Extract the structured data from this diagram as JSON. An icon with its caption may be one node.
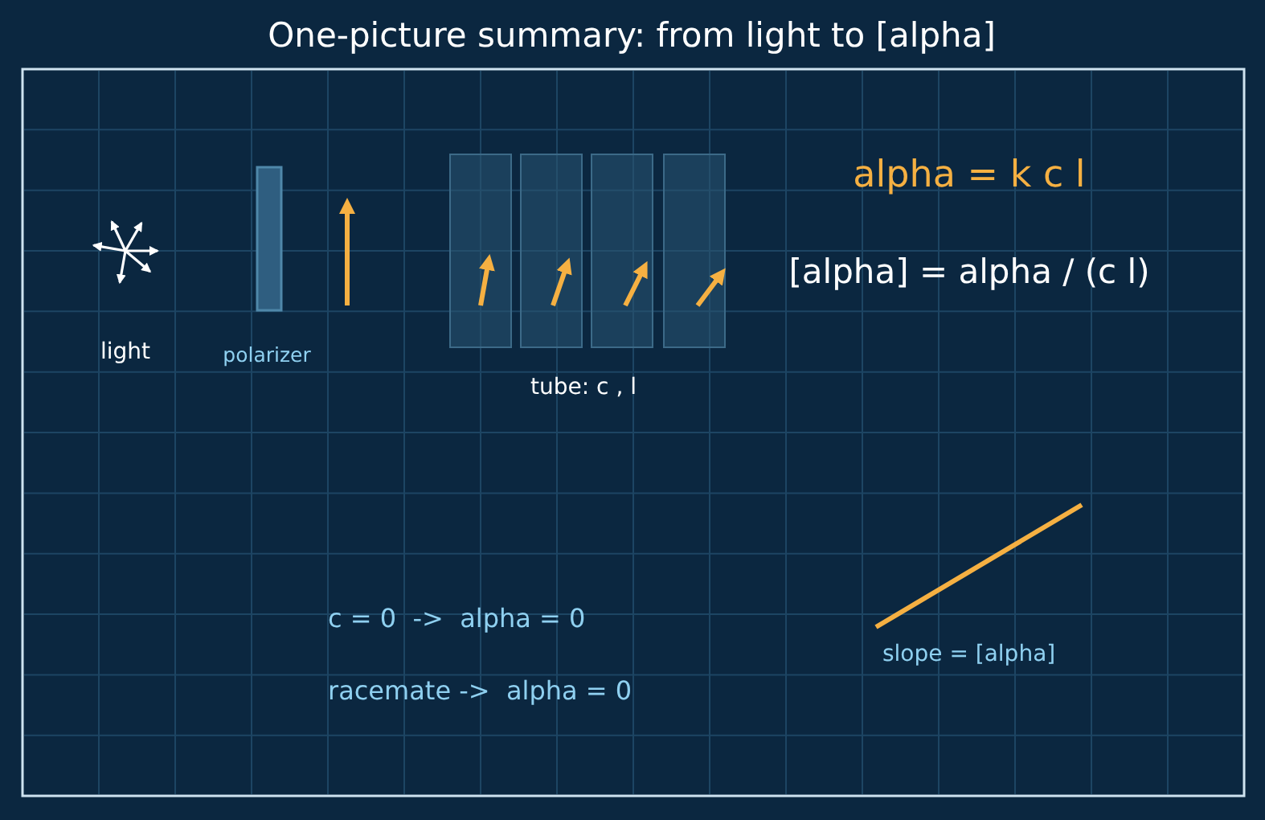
{
  "diagram": {
    "title": "One-picture summary: from light to [alpha]",
    "labels": [
      "light",
      "polarizer",
      "tube: c , l",
      "alpha = k c l",
      "[alpha] = alpha / (c l)",
      "c = 0  ->  alpha = 0",
      "racemate ->  alpha = 0",
      "slope = [alpha]"
    ]
  }
}
